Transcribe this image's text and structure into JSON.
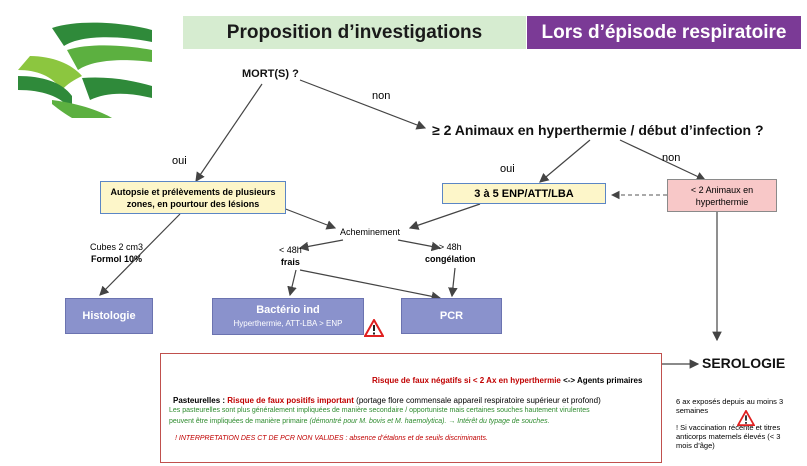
{
  "header": {
    "title_left": "Proposition d’investigations",
    "title_right": "Lors d’épisode respiratoire"
  },
  "flow": {
    "deaths_question": "MORT(S) ?",
    "no_1": "non",
    "animals_question": "≥ 2 Animaux en hyperthermie / début d’infection ?",
    "yes_left": "oui",
    "yes_mid": "oui",
    "no_right": "non",
    "autopsy_line1": "Autopsie et prélèvements de plusieurs",
    "autopsy_line2": "zones, en pourtour des lésions",
    "enp_box": "3 à 5 ENP/ATT/LBA",
    "less2_line1": "< 2 Animaux en",
    "less2_line2": "hyperthermie",
    "acheminement": "Acheminement",
    "under48_line1": "< 48h",
    "under48_line2": "frais",
    "over48_line1": "> 48h",
    "over48_line2": "congélation",
    "cubes_line1": "Cubes 2 cm3",
    "cubes_line2": "Formol 10%",
    "histologie": "Histologie",
    "bacterio_title": "Bactério ind",
    "bacterio_sub": "Hyperthermie, ATT-LBA > ENP",
    "pcr": "PCR",
    "serologie": "SEROLOGIE"
  },
  "notes": {
    "risk_red": "Risque de faux négatifs si < 2 Ax en hyperthermie",
    "risk_tail": " <-> Agents primaires",
    "past_label": "Pasteurelles : ",
    "past_red": "Risque de faux positifs important",
    "past_tail": " (portage flore commensale appareil respiratoire supérieur et profond)",
    "green_line1": "Les pasteurelles sont plus généralement impliquées de manière secondaire / opportuniste mais certaines souches hautement virulentes",
    "green_line2a": "peuvent être impliquées de manière primaire ",
    "green_line2b": "(démontré pour M. bovis et M. haemolytica).",
    "green_line2c": " → Intérêt du typage de souches.",
    "interp": "! INTERPRETATION DES CT DE PCR NON VALIDES : absence d’étalons et de seuils discriminants."
  },
  "serology_notes": {
    "line1": "6 ax exposés depuis au moins 3",
    "line2": "semaines",
    "line3": "! Si vaccination récente et titres",
    "line4": "anticorps maternels élevés (< 3",
    "line5": "mois d’âge)"
  },
  "colors": {
    "green_light": "#d6ecd0",
    "purple_brand": "#7b3a96",
    "yellow_box": "#fdf6c9",
    "pink_box": "#f8c8c8",
    "purple_box": "#8a92cc",
    "red_text": "#c00000",
    "green_text": "#2e8b2e",
    "warning_red": "#e02020"
  },
  "icons": [
    "logo-stripes-icon",
    "warning-triangle-icon",
    "warning-triangle-icon"
  ]
}
